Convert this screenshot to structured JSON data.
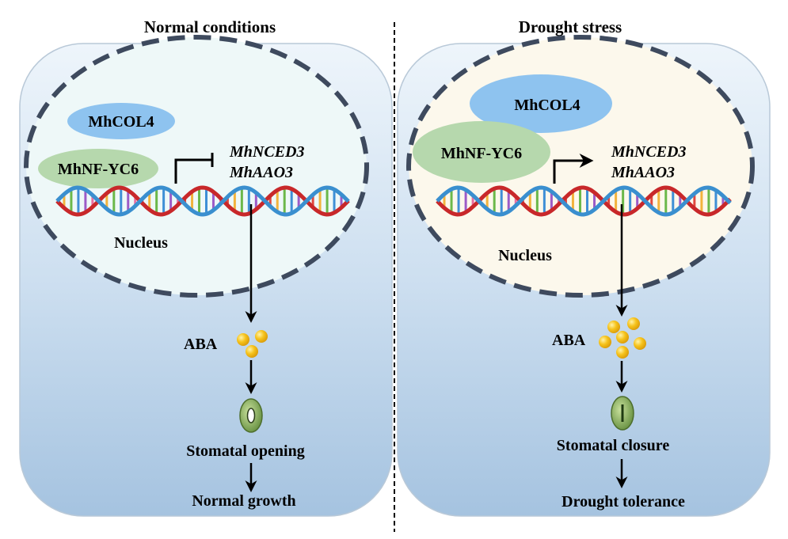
{
  "panels": {
    "left": {
      "title": "Normal conditions",
      "proteins": [
        "MhCOL4",
        "MhNF-YC6"
      ],
      "genes": [
        "MhNCED3",
        "MhAAO3"
      ],
      "regulation": "repression",
      "nucleus_label": "Nucleus",
      "hormone_label": "ABA",
      "stomata_state": "Stomatal opening",
      "outcome": "Normal growth"
    },
    "right": {
      "title": "Drought stress",
      "proteins": [
        "MhCOL4",
        "MhNF-YC6"
      ],
      "genes": [
        "MhNCED3",
        "MhAAO3"
      ],
      "regulation": "activation",
      "nucleus_label": "Nucleus",
      "hormone_label": "ABA",
      "stomata_state": "Stomatal closure",
      "outcome": "Drought tolerance"
    }
  },
  "colors": {
    "protein_col4": "#8ec3ef",
    "protein_nfyc": "#b6d8ad",
    "nucleus_left_fill": "#eef8f8",
    "nucleus_right_fill": "#fcf8ec",
    "nucleus_border": "#3e4a5e",
    "cell_top": "#e8f1fa",
    "cell_bottom": "#a9c6e2",
    "aba": "#f6c31c",
    "stoma": "#8bb05e"
  }
}
